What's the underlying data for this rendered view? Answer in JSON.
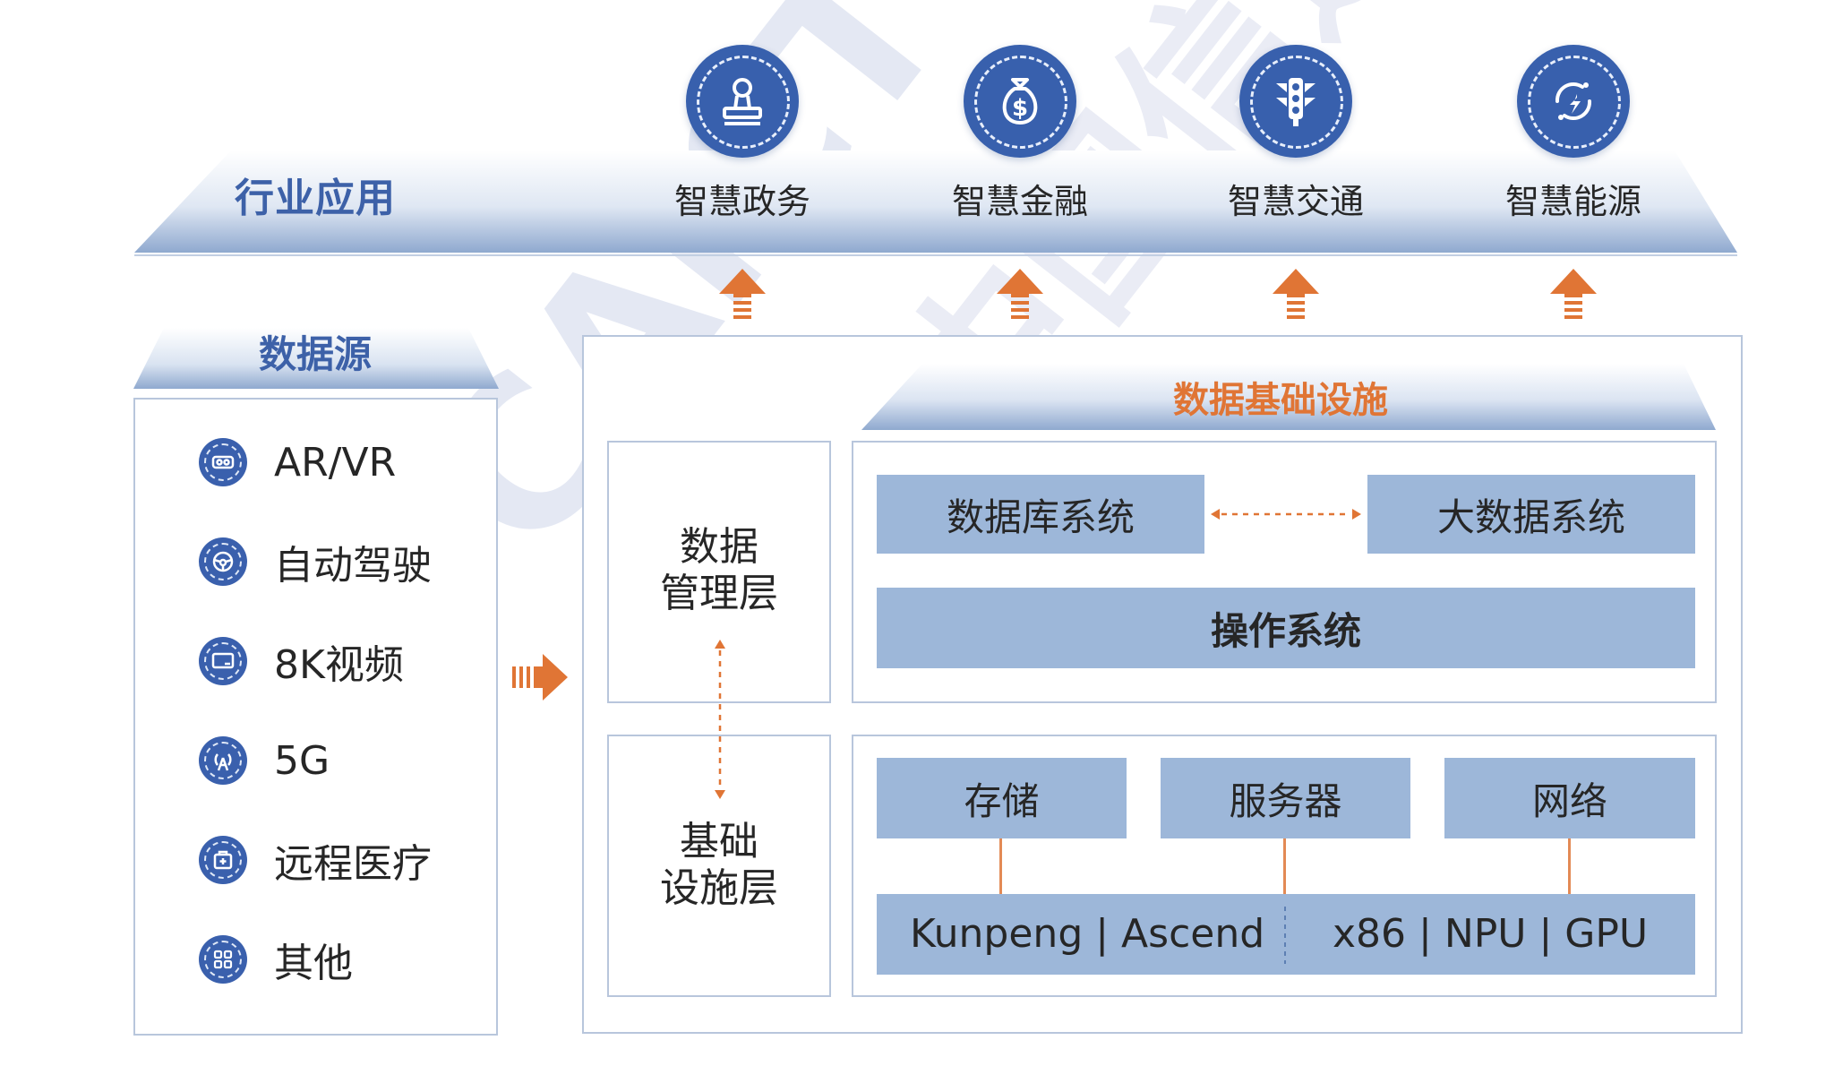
{
  "industry": {
    "title": "行业应用",
    "apps": [
      {
        "label": "智慧政务",
        "icon": "government-stamp-icon"
      },
      {
        "label": "智慧金融",
        "icon": "money-bag-icon"
      },
      {
        "label": "智慧交通",
        "icon": "traffic-light-icon"
      },
      {
        "label": "智慧能源",
        "icon": "energy-cycle-icon"
      }
    ]
  },
  "sources": {
    "title": "数据源",
    "items": [
      {
        "label": "AR/VR",
        "icon": "vr-goggles-icon"
      },
      {
        "label": "自动驾驶",
        "icon": "steering-wheel-icon"
      },
      {
        "label": "8K视频",
        "icon": "video-screen-icon"
      },
      {
        "label": "5G",
        "icon": "antenna-icon"
      },
      {
        "label": "远程医疗",
        "icon": "medical-kit-icon"
      },
      {
        "label": "其他",
        "icon": "grid-apps-icon"
      }
    ]
  },
  "infrastructure": {
    "title": "数据基础设施",
    "layers": {
      "data_management": [
        "数据",
        "管理层"
      ],
      "base": [
        "基础",
        "设施层"
      ]
    },
    "software": {
      "database": "数据库系统",
      "bigdata": "大数据系统",
      "os": "操作系统"
    },
    "hardware": {
      "storage": "存储",
      "server": "服务器",
      "network": "网络",
      "chips_left": "Kunpeng | Ascend",
      "chips_right": "x86 | NPU | GPU"
    }
  },
  "watermark": {
    "main": "CAICT",
    "secondary": "中国信通院"
  },
  "colors": {
    "blue_dark": "#3860ad",
    "title_blue": "#3d61a8",
    "block_blue": "#9db7d9",
    "accent_orange": "#e07535",
    "border": "#b8c6dc"
  }
}
